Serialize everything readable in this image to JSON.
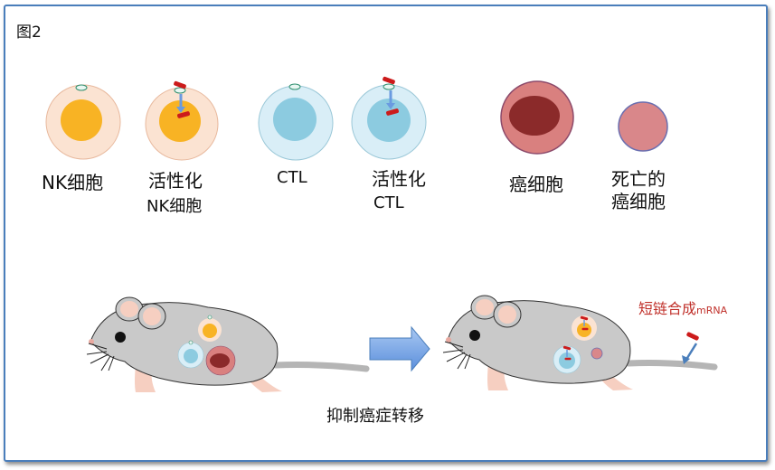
{
  "figure_label": "图2",
  "cells": {
    "nk": "NK细胞",
    "activated_nk_line1": "活性化",
    "activated_nk_line2": "NK细胞",
    "ctl": "CTL",
    "activated_ctl_line1": "活性化",
    "activated_ctl_line2": "CTL",
    "cancer": "癌细胞",
    "dead_cancer_line1": "死亡的",
    "dead_cancer_line2": "癌细胞"
  },
  "mice": {
    "synthetic_label": "短链合成",
    "synthetic_label_suffix": "mRNA",
    "result": "抑制癌症转移"
  },
  "colors": {
    "nk_outer": "#fbe3d2",
    "nk_core": "#f8b324",
    "ctl_outer": "#d9eef7",
    "ctl_core": "#8ccbe0",
    "cancer_outer": "#d9807f",
    "cancer_core": "#8b2a2a",
    "dead_cancer": "#d9878a",
    "mouse_body": "#c9c9c9",
    "mouse_ear": "#f6cfc1",
    "mrna": "#cc1b1b",
    "arrow": "#6a9be0",
    "frame": "#4a7ebb"
  }
}
